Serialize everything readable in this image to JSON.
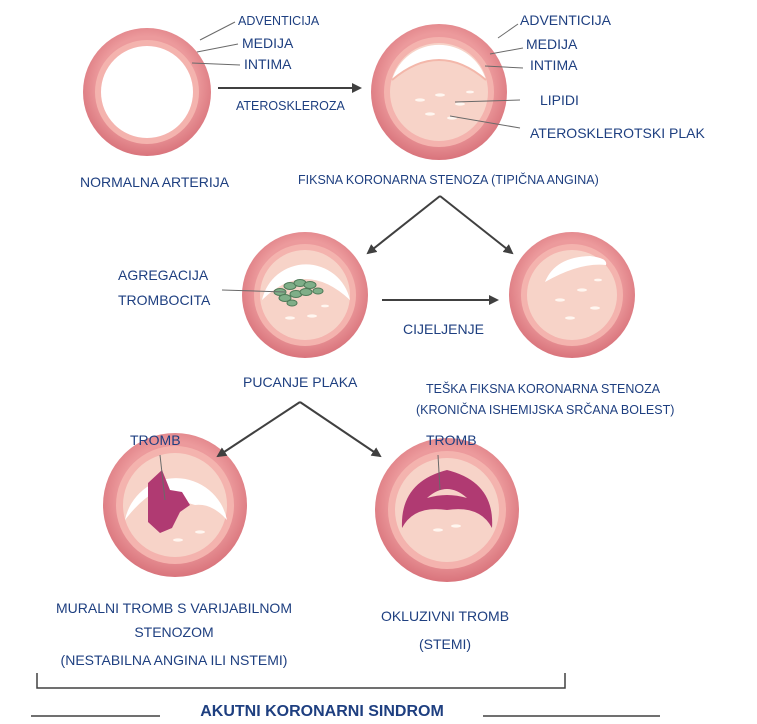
{
  "labels": {
    "adventicija_1": "ADVENTICIJA",
    "medija_1": "MEDIJA",
    "intima_1": "INTIMA",
    "adventicija_2": "ADVENTICIJA",
    "medija_2": "MEDIJA",
    "intima_2": "INTIMA",
    "ateroskleroza": "ATEROSKLEROZA",
    "lipidi": "LIPIDI",
    "aterosklerotski_plak": "ATEROSKLEROTSKI PLAK",
    "normalna_arterija": "NORMALNA ARTERIJA",
    "fiksna_stenoza": "FIKSNA KORONARNA STENOZA (TIPIČNA ANGINA)",
    "agregacija_1": "AGREGACIJA",
    "agregacija_2": "TROMBOCITA",
    "cijeljenje": "CIJELJENJE",
    "pucanje_plaka": "PUCANJE PLAKA",
    "teska_stenoza_1": "TEŠKA FIKSNA KORONARNA STENOZA",
    "teska_stenoza_2": "(KRONIČNA ISHEMIJSKA SRČANA BOLEST)",
    "tromb_1": "TROMB",
    "tromb_2": "TROMB",
    "muralni_1": "MURALNI TROMB S VARIJABILNOM",
    "muralni_2": "STENOZOM",
    "muralni_3": "(NESTABILNA ANGINA ILI NSTEMI)",
    "okluzivni_1": "OKLUZIVNI TROMB",
    "okluzivni_2": "(STEMI)",
    "akutni": "AKUTNI KORONARNI SINDROM"
  },
  "colors": {
    "adventitia": "#e68a8f",
    "media": "#f4b5b2",
    "lumen": "#ffffff",
    "plaque": "#f7d5cb",
    "platelets": "#7fae88",
    "thrombus": "#b03a72",
    "label": "#1e3f80"
  }
}
